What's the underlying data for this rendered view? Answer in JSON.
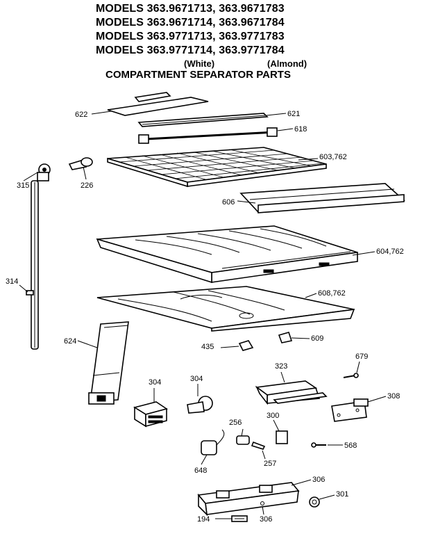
{
  "header": {
    "lines": [
      "MODELS 363.9671713, 363.9671783",
      "MODELS 363.9671714, 363.9671784",
      "MODELS 363.9771713, 363.9771783",
      "MODELS 363.9771714, 363.9771784"
    ],
    "white_label": "(White)",
    "almond_label": "(Almond)",
    "section_title": "COMPARTMENT SEPARATOR PARTS"
  },
  "parts": {
    "p622": "622",
    "p621": "621",
    "p618": "618",
    "p603": "603,762",
    "p315": "315",
    "p226": "226",
    "p606": "606",
    "p604": "604,762",
    "p314": "314",
    "p608": "608,762",
    "p624": "624",
    "p435": "435",
    "p609": "609",
    "p679": "679",
    "p323": "323",
    "p304a": "304",
    "p304b": "304",
    "p308": "308",
    "p256": "256",
    "p300": "300",
    "p568": "568",
    "p257": "257",
    "p648": "648",
    "p306a": "306",
    "p301": "301",
    "p194": "194",
    "p306b": "306"
  }
}
